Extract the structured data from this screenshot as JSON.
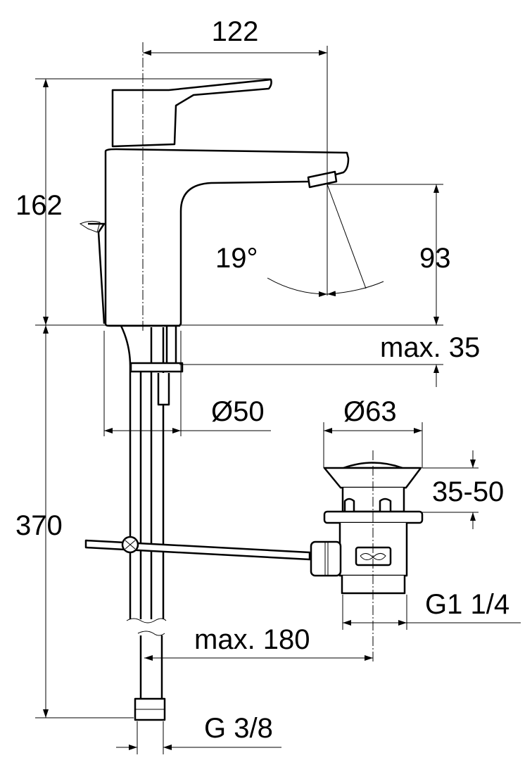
{
  "dimensions": {
    "width_top": "122",
    "height_total": "162",
    "spout_height": "93",
    "angle": "19°",
    "max_thickness": "max. 35",
    "base_diameter": "Ø50",
    "drain_diameter": "Ø63",
    "drain_range": "35-50",
    "hose_length": "370",
    "drain_thread": "G1 1/4",
    "rod_length": "max. 180",
    "hose_thread": "G 3/8"
  }
}
